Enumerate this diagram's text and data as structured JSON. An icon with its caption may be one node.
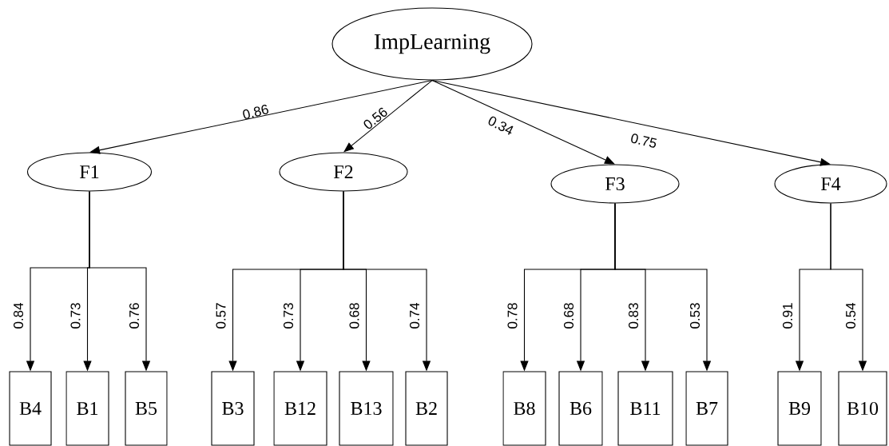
{
  "diagram": {
    "nodes": [
      {
        "text": [
          "ImpLearning"
        ]
      },
      {
        "text": [
          "F1"
        ]
      },
      {
        "text": [
          "F2"
        ]
      },
      {
        "text": [
          "F3"
        ]
      },
      {
        "text": [
          "F4"
        ]
      },
      {
        "text": [
          "B4"
        ]
      },
      {
        "text": [
          "B1"
        ]
      },
      {
        "text": [
          "B5"
        ]
      },
      {
        "text": [
          "B3"
        ]
      },
      {
        "text": [
          "B12"
        ]
      },
      {
        "text": [
          "B13"
        ]
      },
      {
        "text": [
          "B2"
        ]
      },
      {
        "text": [
          "B8"
        ]
      },
      {
        "text": [
          "B6"
        ]
      },
      {
        "text": [
          "B11"
        ]
      },
      {
        "text": [
          "B7"
        ]
      },
      {
        "text": [
          "B9"
        ]
      },
      {
        "text": [
          "B10"
        ]
      }
    ],
    "edges": [
      {
        "from": 0,
        "to": 1,
        "arrow": "to",
        "label": "0.86"
      },
      {
        "from": 0,
        "to": 2,
        "arrow": "to",
        "label": "0.56"
      },
      {
        "from": 0,
        "to": 3,
        "arrow": "to",
        "label": "0.34"
      },
      {
        "from": 0,
        "to": 4,
        "arrow": "to",
        "label": "0.75"
      },
      {
        "from": 1,
        "to": 5,
        "arrow": "to",
        "label": "0.84"
      },
      {
        "from": 1,
        "to": 6,
        "arrow": "to",
        "label": "0.73"
      },
      {
        "from": 1,
        "to": 7,
        "arrow": "to",
        "label": "0.76"
      },
      {
        "from": 2,
        "to": 8,
        "arrow": "to",
        "label": "0.57"
      },
      {
        "from": 2,
        "to": 9,
        "arrow": "to",
        "label": "0.73"
      },
      {
        "from": 2,
        "to": 10,
        "arrow": "to",
        "label": "0.68"
      },
      {
        "from": 2,
        "to": 11,
        "arrow": "to",
        "label": "0.74"
      },
      {
        "from": 3,
        "to": 12,
        "arrow": "to",
        "label": "0.78"
      },
      {
        "from": 3,
        "to": 13,
        "arrow": "to",
        "label": "0.68"
      },
      {
        "from": 3,
        "to": 14,
        "arrow": "to",
        "label": "0.83"
      },
      {
        "from": 3,
        "to": 15,
        "arrow": "to",
        "label": "0.53"
      },
      {
        "from": 4,
        "to": 16,
        "arrow": "to",
        "label": "0.91"
      },
      {
        "from": 4,
        "to": 17,
        "arrow": "to",
        "label": "0.54"
      }
    ]
  }
}
